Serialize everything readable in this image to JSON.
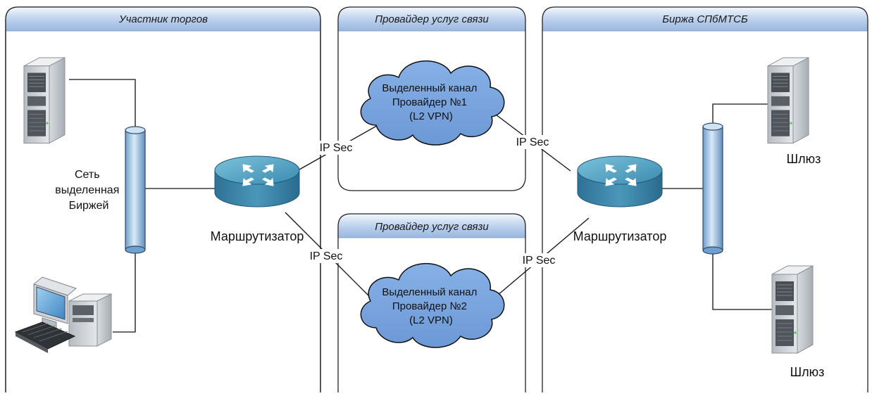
{
  "zones": {
    "participant": "Участник торгов",
    "provider_top": "Провайдер услуг связи",
    "provider_bottom": "Провайдер услуг связи",
    "exchange": "Биржа СПбМТСБ"
  },
  "labels": {
    "network_line1": "Сеть",
    "network_line2": "выделенная",
    "network_line3": "Биржей",
    "router_left": "Маршрутизатор",
    "router_right": "Маршрутизатор",
    "gateway_top": "Шлюз",
    "gateway_bottom": "Шлюз",
    "ipsec_1": "IP Sec",
    "ipsec_2": "IP Sec",
    "ipsec_3": "IP Sec",
    "ipsec_4": "IP Sec"
  },
  "clouds": {
    "top": {
      "line1": "Выделенный канал",
      "line2": "Провайдер №1",
      "line3": "(L2 VPN)"
    },
    "bottom": {
      "line1": "Выделенный канал",
      "line2": "Провайдер №2",
      "line3": "(L2 VPN)"
    }
  },
  "colors": {
    "zone_header": "#a9c4e6",
    "cloud_fill": "#7aa6e0",
    "router": "#3d8bb0",
    "bus": "#9ec4e6"
  }
}
